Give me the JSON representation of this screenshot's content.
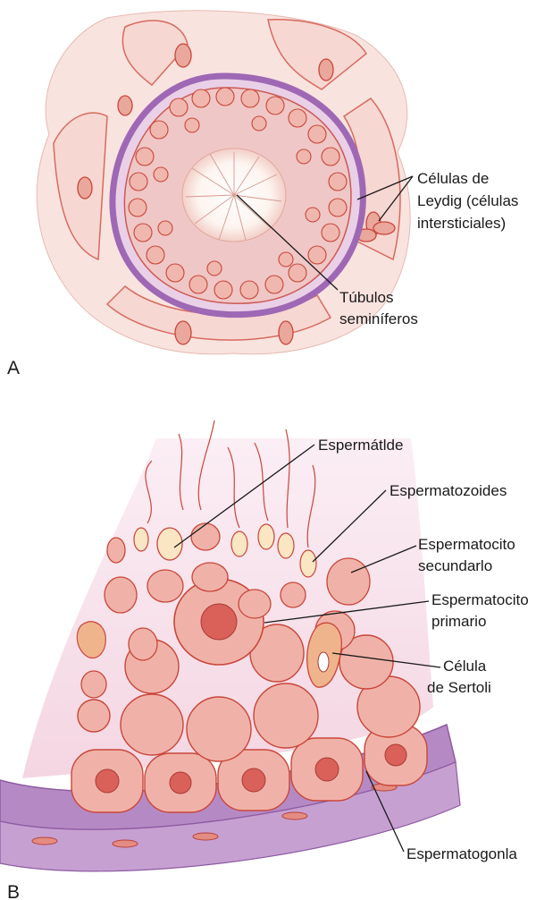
{
  "panel_a": {
    "letter": "A",
    "labels": {
      "leydig_line1": "Células de",
      "leydig_line2": "Leydig (células",
      "leydig_line3": "intersticiales)",
      "tubulos_line1": "Túbulos",
      "tubulos_line2": "seminíferos"
    }
  },
  "panel_b": {
    "letter": "B",
    "labels": {
      "espermatide": "Espermátlde",
      "espermatozoides": "Espermatozoides",
      "esp_secundario_line1": "Espermatocito",
      "esp_secundario_line2": "secundarlo",
      "esp_primario_line1": "Espermatocito",
      "esp_primario_line2": "primario",
      "sertoli_line1": "Célula",
      "sertoli_line2": "de Sertoli",
      "espermatogonia": "Espermatogonla"
    }
  },
  "colors": {
    "tissue_pink": "#f6dcd8",
    "cell_fill": "#eaa79c",
    "cell_outline": "#c9463a",
    "nucleus": "#d9615a",
    "membrane_purple": "#b58ac4",
    "lumen_white": "#fbf3ee",
    "sertoli_orange": "#f0b48c",
    "head_cream": "#fbe6c4"
  }
}
